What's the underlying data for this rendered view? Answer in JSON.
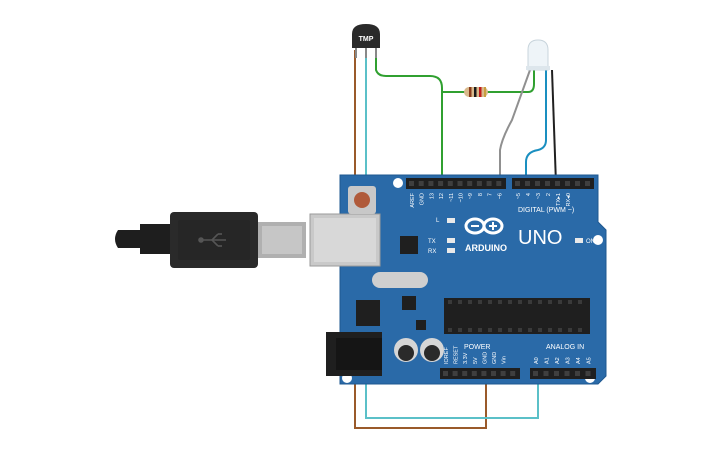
{
  "sensor": {
    "label": "TMP"
  },
  "board": {
    "brand": "ARDUINO",
    "model": "UNO",
    "on_label": "ON",
    "l_label": "L",
    "tx_label": "TX",
    "rx_label": "RX",
    "digital_label": "DIGITAL (PWM ~)",
    "power_label": "POWER",
    "analog_label": "ANALOG IN",
    "digital_pins": [
      "AREF",
      "GND",
      "13",
      "12",
      "~11",
      "~10",
      "~9",
      "8",
      "7",
      "~6",
      "~5",
      "4",
      "~3",
      "2",
      "TX▸1",
      "RX◂0"
    ],
    "power_pins": [
      "IOREF",
      "RESET",
      "3.3V",
      "5V",
      "GND",
      "GND",
      "Vin"
    ],
    "analog_pins": [
      "A0",
      "A1",
      "A2",
      "A3",
      "A4",
      "A5"
    ]
  },
  "wires": {
    "signal": "#30a030",
    "led_red": "#909090",
    "led_blue": "#1a8fc0",
    "ground": "#202020",
    "power": "#9a5a2a",
    "analog": "#5bc0c8"
  },
  "colors": {
    "board": "#2a6aa8",
    "header": "#1f1f1f"
  }
}
